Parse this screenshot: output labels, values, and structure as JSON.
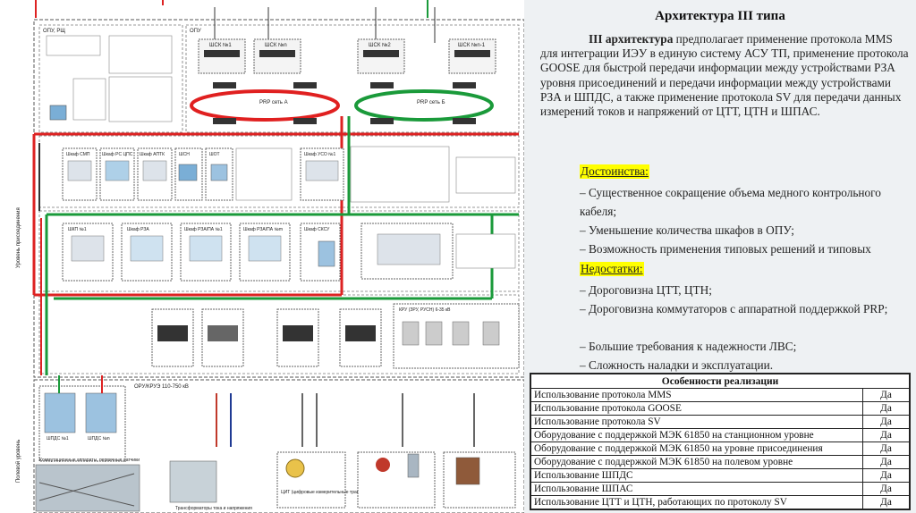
{
  "diagram": {
    "labels": {
      "opu_rsch": "ОПУ, РЩ",
      "opu_top": "ОПУ",
      "ring_a": "PRP сеть А",
      "ring_b": "PRP сеть Б",
      "shsk1": "ШСК №1",
      "shsk2": "ШСК №2",
      "shsk_n": "ШСК №n",
      "shsk_n1": "ШСК №n-1",
      "cab_smi": "Шкаф СМП",
      "cab_rszpu": "Шкаф РС ЦПС",
      "cab_aptk": "Шкаф АПТК",
      "cab_shsn": "ШСН",
      "cab_shot": "ШОТ",
      "cab_uso": "Шкаф УСО №1",
      "cab_shkp": "ШКП №1",
      "cab_shrza": "Шкаф РЗА",
      "cab_shrza1": "Шкаф РЗА/ПА №1",
      "cab_shrzan": "Шкаф РЗА/ПА №m",
      "cab_shsu": "Шкаф СКСУ",
      "kru": "КРУ (ЗРУ, РУСН) 6-35 кВ",
      "oru": "ОРУ/КРУЭ 110-750 кВ",
      "shpds1": "ШПДС №1",
      "shpds_n": "ШПДС №n",
      "station_level": "Уровень присоединения",
      "field_level": "Полевой уровень",
      "commut": "Коммутационные аппараты, первичные датчики",
      "cit": "ЦИТ (цифровые измерительные трансформаторы)",
      "tt_tn": "Трансформаторы тока и напряжения"
    }
  },
  "panel": {
    "title": "Архитектура III типа",
    "intro_bold": "III архитектура",
    "intro_text": " предполагает применение протокола MMS для интеграции ИЭУ в единую систему АСУ ТП, применение протокола GOOSE для быстрой передачи информации между устройствами РЗА уровня присоединений и передачи информации между устройствами РЗА и ШПДС, а также применение протокола SV для передачи данных измерений токов и напряжений от ЦТТ, ЦТН и ШПАС.",
    "pros_head": "Достоинства:",
    "pros": [
      "– Существенное сокращение объема медного контрольного кабеля;",
      "– Уменьшение количества шкафов в ОПУ;",
      "– Возможность применения типовых решений и типовых шкафов."
    ],
    "cons_head": "Недостатки:",
    "cons": [
      "– Дороговизна ЦТТ, ЦТН;",
      "– Дороговизна коммутаторов с аппаратной поддержкой PRP;",
      "– Большие требования к надежности ЛВС;",
      "– Сложность наладки и эксплуатации."
    ],
    "table": {
      "header": "Особенности реализации",
      "rows": [
        {
          "feature": "Использование протокола MMS",
          "value": "Да"
        },
        {
          "feature": "Использование протокола GOOSE",
          "value": "Да"
        },
        {
          "feature": "Использование протокола SV",
          "value": "Да"
        },
        {
          "feature": "Оборудование с поддержкой МЭК 61850 на станционном уровне",
          "value": "Да"
        },
        {
          "feature": "Оборудование с поддержкой МЭК 61850 на уровне присоединения",
          "value": "Да"
        },
        {
          "feature": "Оборудование с поддержкой МЭК 61850 на полевом уровне",
          "value": "Да"
        },
        {
          "feature": "Использование ШПДС",
          "value": "Да"
        },
        {
          "feature": "Использование ШПАС",
          "value": "Да"
        },
        {
          "feature": "Использование ЦТТ и ЦТН, работающих по протоколу SV",
          "value": "Да"
        }
      ]
    }
  }
}
